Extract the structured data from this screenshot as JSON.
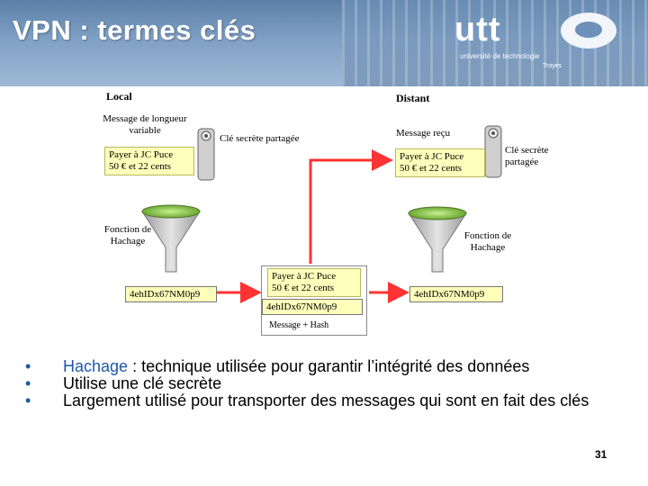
{
  "slide": {
    "title": "VPN : termes clés",
    "page_number": "31"
  },
  "logo": {
    "name": "utt",
    "subtitle": "université de technologie",
    "city": "Troyes"
  },
  "diagram": {
    "local_label": "Local",
    "distant_label": "Distant",
    "message_variable": "Message de longueur variable",
    "message_received": "Message reçu",
    "message_text_line1": "Payer à JC Puce",
    "message_text_line2": "50 € et 22 cents",
    "secret_key": "Clé secrète partagée",
    "hash_function": "Fonction de Hachage",
    "hash_value": "4ehIDx67NM0p9",
    "message_hash_caption": "Message + Hash",
    "colors": {
      "message_box": "#ffffbb",
      "funnel_top": "#a8d870",
      "funnel_body": "#c8c8c8",
      "arrow": "#ff3333"
    }
  },
  "bullets": [
    {
      "keyword": "Hachage",
      "text": " : technique utilisée pour garantir l’intégrité des données"
    },
    {
      "keyword": "",
      "text": "Utilise une clé secrète"
    },
    {
      "keyword": "",
      "text": "Largement utilisé pour transporter des messages qui sont en fait des clés"
    }
  ]
}
